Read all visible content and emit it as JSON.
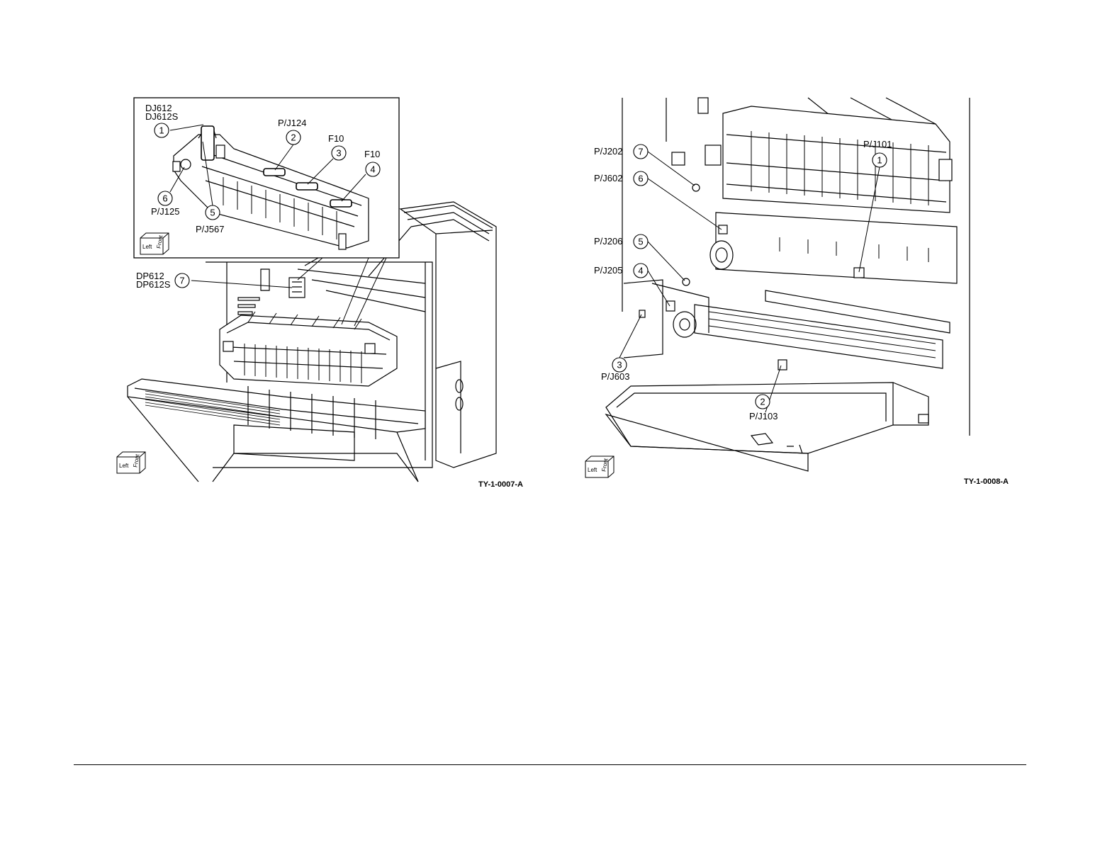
{
  "figure_left": {
    "figure_code": "TY-1-0007-A",
    "inset_labels": {
      "l1": "DJ612",
      "l1b": "DJ612S",
      "l2": "P/J124",
      "l3": "F10",
      "l4": "F10",
      "l5": "P/J567",
      "l6": "P/J125"
    },
    "callouts": [
      "1",
      "2",
      "3",
      "4",
      "5",
      "6",
      "7"
    ],
    "main_labels": {
      "l7": "DP612",
      "l7b": "DP612S"
    },
    "orientation_cube": {
      "left": "Left",
      "front": "Front"
    }
  },
  "figure_right": {
    "figure_code": "TY-1-0008-A",
    "labels": {
      "l1": "P/J101",
      "l2": "P/J103",
      "l3": "P/J603",
      "l4": "P/J205",
      "l5": "P/J206",
      "l6": "P/J602",
      "l7": "P/J202"
    },
    "callouts": [
      "1",
      "2",
      "3",
      "4",
      "5",
      "6",
      "7"
    ],
    "orientation_cube": {
      "left": "Left",
      "front": "Front"
    }
  }
}
